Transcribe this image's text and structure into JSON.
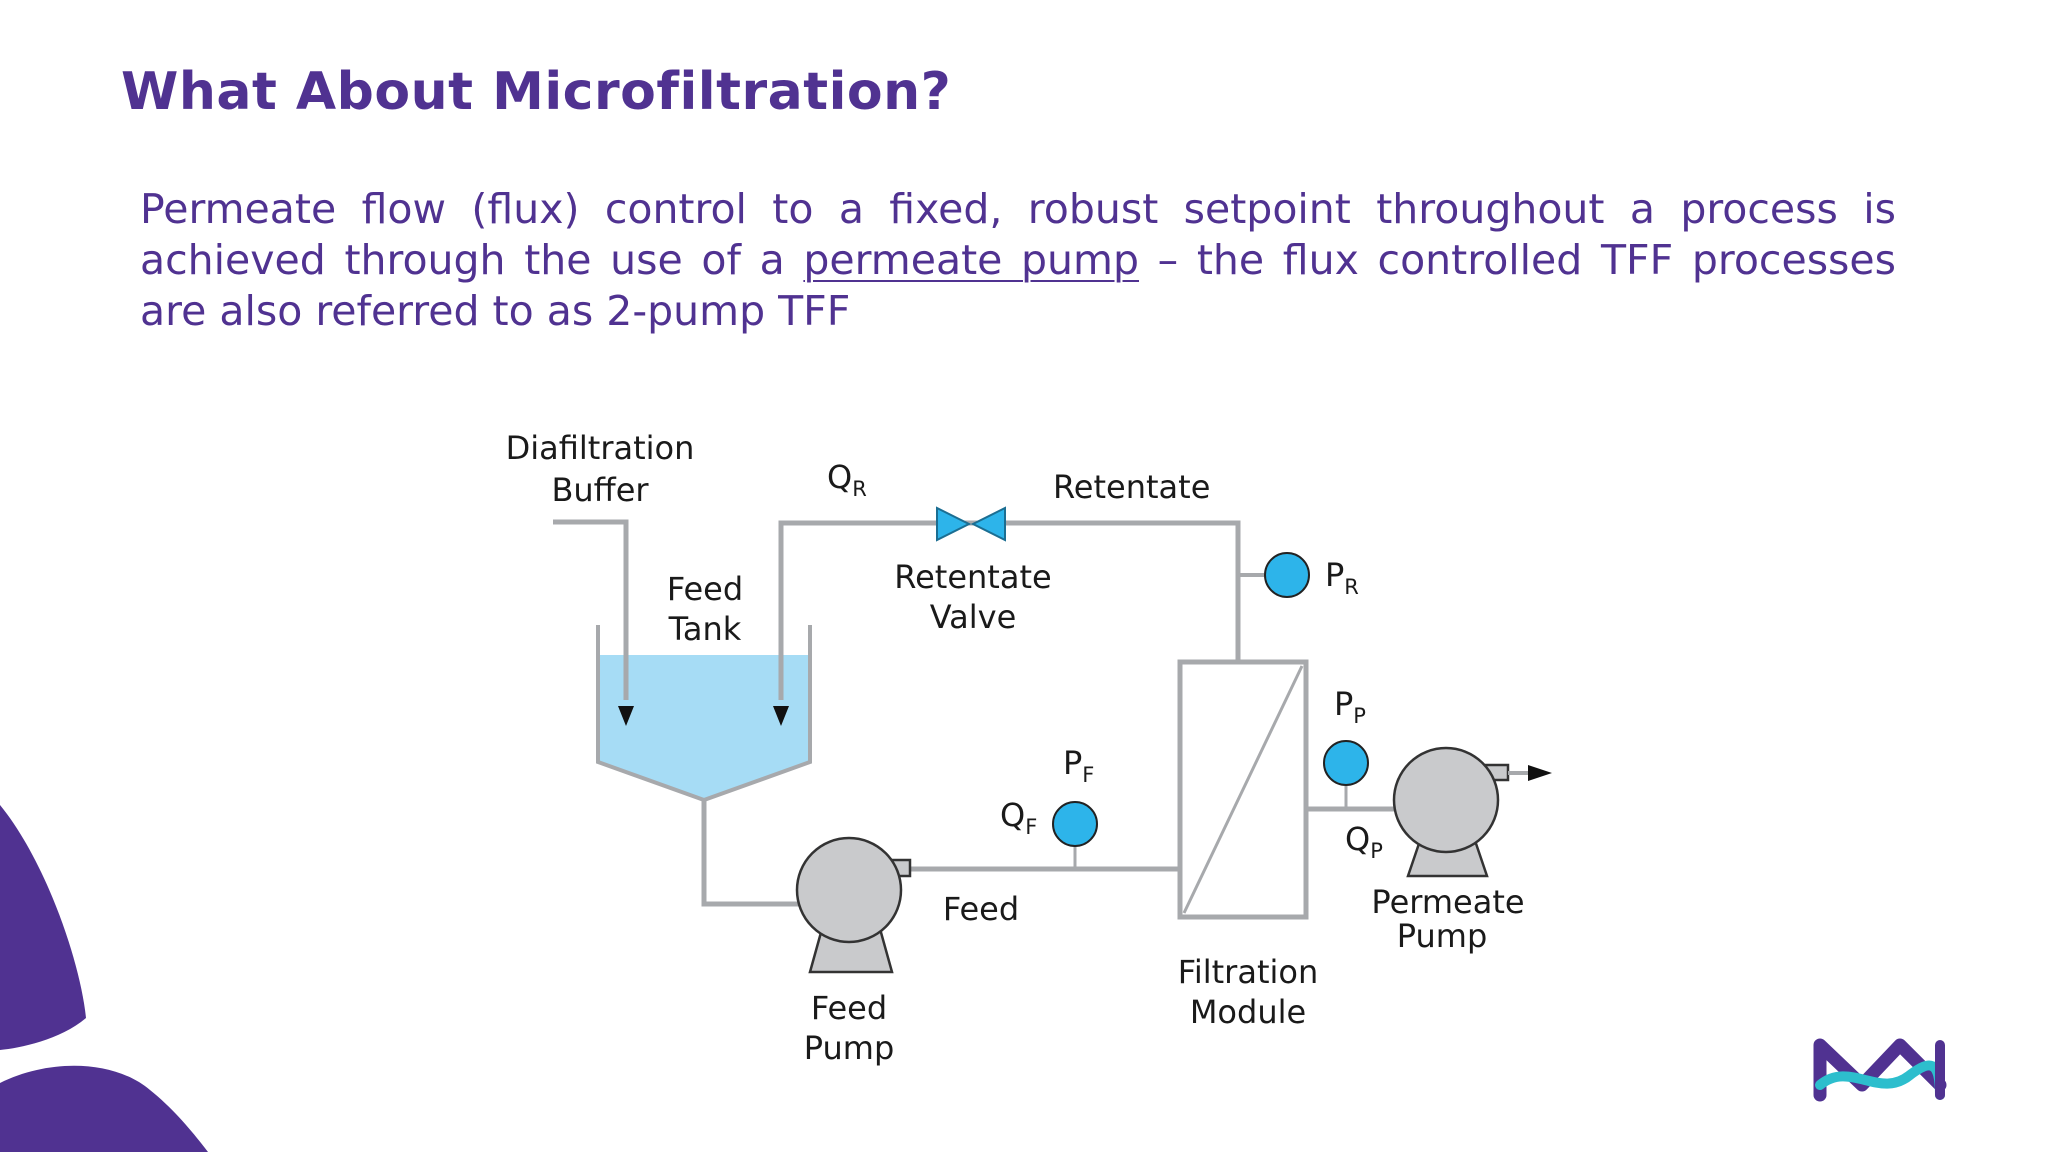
{
  "slide": {
    "title": "What About Microfiltration?",
    "paragraph": {
      "before": "Permeate flow (flux) control to a fixed, robust setpoint throughout a process is achieved through the use of a ",
      "link": "permeate pump",
      "after": " – the flux controlled TFF processes are also referred to as 2-pump TFF"
    }
  },
  "diagram": {
    "labels": {
      "diafiltration_line1": "Diafiltration",
      "diafiltration_line2": "Buffer",
      "feed_tank_line1": "Feed",
      "feed_tank_line2": "Tank",
      "q_r": "Q",
      "q_r_sub": "R",
      "retentate": "Retentate",
      "retentate_valve_line1": "Retentate",
      "retentate_valve_line2": "Valve",
      "p_r": "P",
      "p_r_sub": "R",
      "p_p": "P",
      "p_p_sub": "P",
      "p_f": "P",
      "p_f_sub": "F",
      "q_f": "Q",
      "q_f_sub": "F",
      "q_p": "Q",
      "q_p_sub": "P",
      "feed": "Feed",
      "feed_pump_line1": "Feed",
      "feed_pump_line2": "Pump",
      "filtration_module_line1": "Filtration",
      "filtration_module_line2": "Module",
      "permeate_pump_line1": "Permeate",
      "permeate_pump_line2": "Pump"
    },
    "colors": {
      "pipe": "#a7a9ac",
      "tank_liquid": "#a6dcf5",
      "gauge": "#2db4ea",
      "pump": "#c9cacc",
      "text": "#1a1a1a"
    }
  },
  "branding": {
    "accent_purple": "#503291",
    "logo_teal": "#2dbecd",
    "logo": "company-logo"
  }
}
